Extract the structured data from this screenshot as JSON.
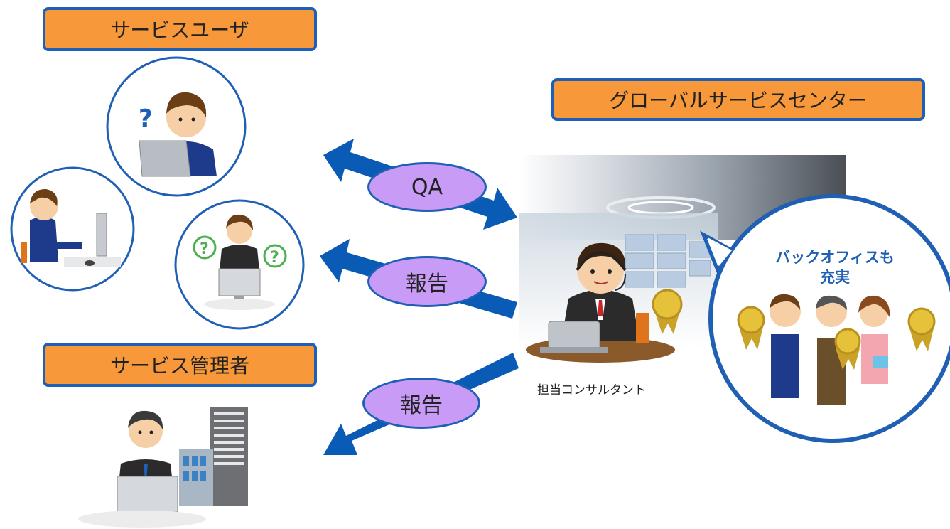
{
  "labels": {
    "service_user": "サービスユーザ",
    "global_center": "グローバルサービスセンター",
    "service_admin": "サービス管理者"
  },
  "bubbles": {
    "qa": "QA",
    "report1": "報告",
    "report2": "報告"
  },
  "consultant_caption": "担当コンサルタント",
  "backoffice": {
    "line1": "バックオフィスも",
    "line2": "充実"
  },
  "colors": {
    "box_fill": "#f7993a",
    "border_blue": "#1f5fb4",
    "bubble_fill": "#c89cf6",
    "arrow_blue": "#0a5bb5"
  }
}
